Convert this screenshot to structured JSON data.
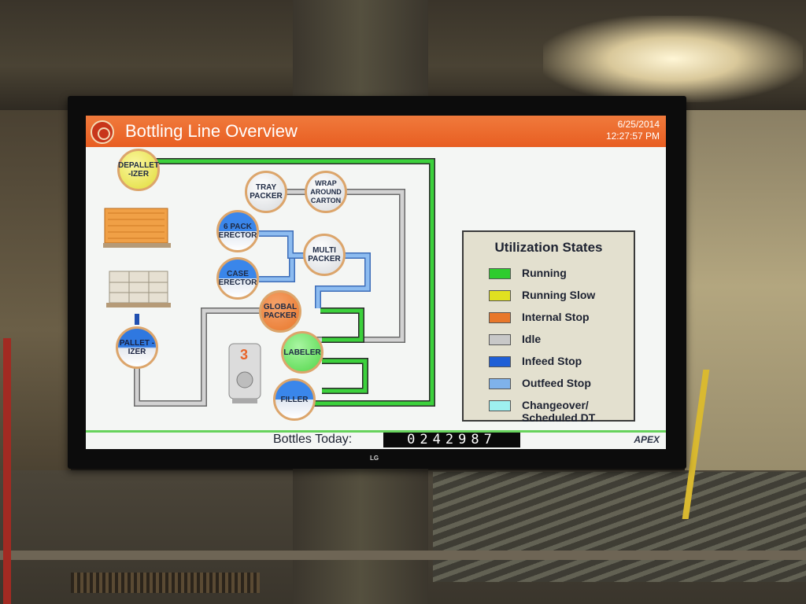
{
  "header": {
    "title": "Bottling Line Overview",
    "date": "6/25/2014",
    "time": "12:27:57 PM"
  },
  "stations": {
    "depalletizer": "DEPALLET -IZER",
    "tray_packer": "TRAY PACKER",
    "wrap_around_carton": "WRAP AROUND CARTON",
    "six_pack_erector": "6 PACK ERECTOR",
    "multi_packer": "MULTI PACKER",
    "case_erector": "CASE ERECTOR",
    "global_packer": "GLOBAL PACKER",
    "palletizer": "PALLET -IZER",
    "labeler": "LABELER",
    "filler": "FILLER",
    "tank_number": "3"
  },
  "legend": {
    "title": "Utilization States",
    "items": [
      {
        "label": "Running",
        "color": "#2ecc2e"
      },
      {
        "label": "Running Slow",
        "color": "#e0e020"
      },
      {
        "label": "Internal Stop",
        "color": "#e8772a"
      },
      {
        "label": "Idle",
        "color": "#c8c8c8"
      },
      {
        "label": "Infeed Stop",
        "color": "#1f5fd6"
      },
      {
        "label": "Outfeed Stop",
        "color": "#7fb2ea"
      },
      {
        "label": "Changeover/",
        "label2": "Scheduled DT",
        "color": "#9ef0f0"
      }
    ]
  },
  "footer": {
    "bottles_label": "Bottles Today:",
    "bottles_count": "0242987",
    "brand": "APEX"
  },
  "monitor": {
    "brand": "LG"
  },
  "colors": {
    "header": "#e8652a",
    "running": "#2ecc2e",
    "idle": "#c8c8c8",
    "outfeed": "#7fb2ea"
  }
}
